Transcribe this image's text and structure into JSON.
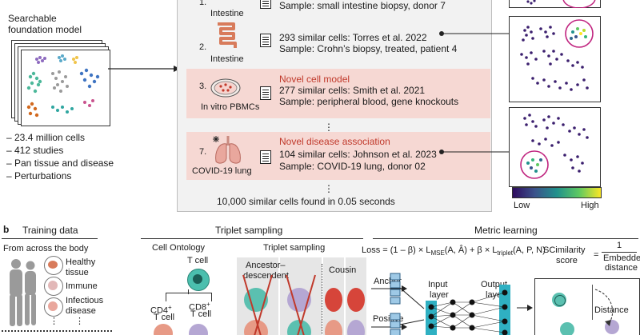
{
  "panel_a": {
    "model_label_1": "Searchable",
    "model_label_2": "foundation model",
    "stats": [
      "– 23.4 million cells",
      "– 412 studies",
      "– Pan tissue and disease",
      "– Perturbations"
    ],
    "results": [
      {
        "num": "1.",
        "tissue": "Intestine",
        "line1": "Sample: small intestine biopsy, donor 7"
      },
      {
        "num": "2.",
        "tissue": "Intestine",
        "line1": "293 similar cells: Torres et al. 2022",
        "line2": "Sample: Crohn’s biopsy, treated, patient 4"
      },
      {
        "num": "3.",
        "tissue": "In vitro PBMCs",
        "tag": "Novel cell model",
        "line1": "277 similar cells: Smith et al. 2021",
        "line2": "Sample: peripheral blood, gene knockouts"
      },
      {
        "num": "7.",
        "tissue": "COVID-19 lung",
        "tag": "Novel disease association",
        "line1": "104 similar cells: Johnson et al. 2023",
        "line2": "Sample: COVID-19 lung, donor 02"
      }
    ],
    "ellipsis": "⋮",
    "summary": "10,000 similar cells found in 0.05 seconds",
    "colorbar_low": "Low",
    "colorbar_high": "High"
  },
  "panel_b": {
    "label": "b",
    "training_data": "Training data",
    "from_body": "From across the body",
    "categories": [
      "Healthy",
      "tissue",
      "Immune",
      "Infectious",
      "disease"
    ],
    "triplet_sampling": "Triplet sampling",
    "cell_ontology": "Cell Ontology",
    "t_cell": "T cell",
    "cd4": "CD4",
    "cd8": "CD8",
    "plus": "+",
    "t_cell_sub": "T cell",
    "triplet_sampling_sub": "Triplet sampling",
    "ancestor_1": "Ancestor–",
    "ancestor_2": "descendent",
    "cousin": "Cousin",
    "anchor": "Anchor",
    "positive": "Positive",
    "metric_learning": "Metric learning",
    "loss": "Loss = (1 – β) × L",
    "loss_mse": "MSE",
    "loss_mid": "(A, Â) + β × L",
    "loss_triplet": "triplet",
    "loss_end": "(A, P, N)",
    "sc_1": "SCimilarity",
    "sc_2": "score",
    "eq": "=",
    "frac_num": "1",
    "frac_den_1": "Embedded",
    "frac_den_2": "distance",
    "input_layer_1": "Input",
    "input_layer_2": "layer",
    "output_layer_1": "Output",
    "output_layer_2": "layer",
    "distance": "Distance"
  },
  "colors": {
    "highlight": "#f6d8d3",
    "accent_red": "#c0392b",
    "panel_bg": "#f2f2f2",
    "umap_purple": "#3b1f6e",
    "circle_magenta": "#c0247f"
  }
}
